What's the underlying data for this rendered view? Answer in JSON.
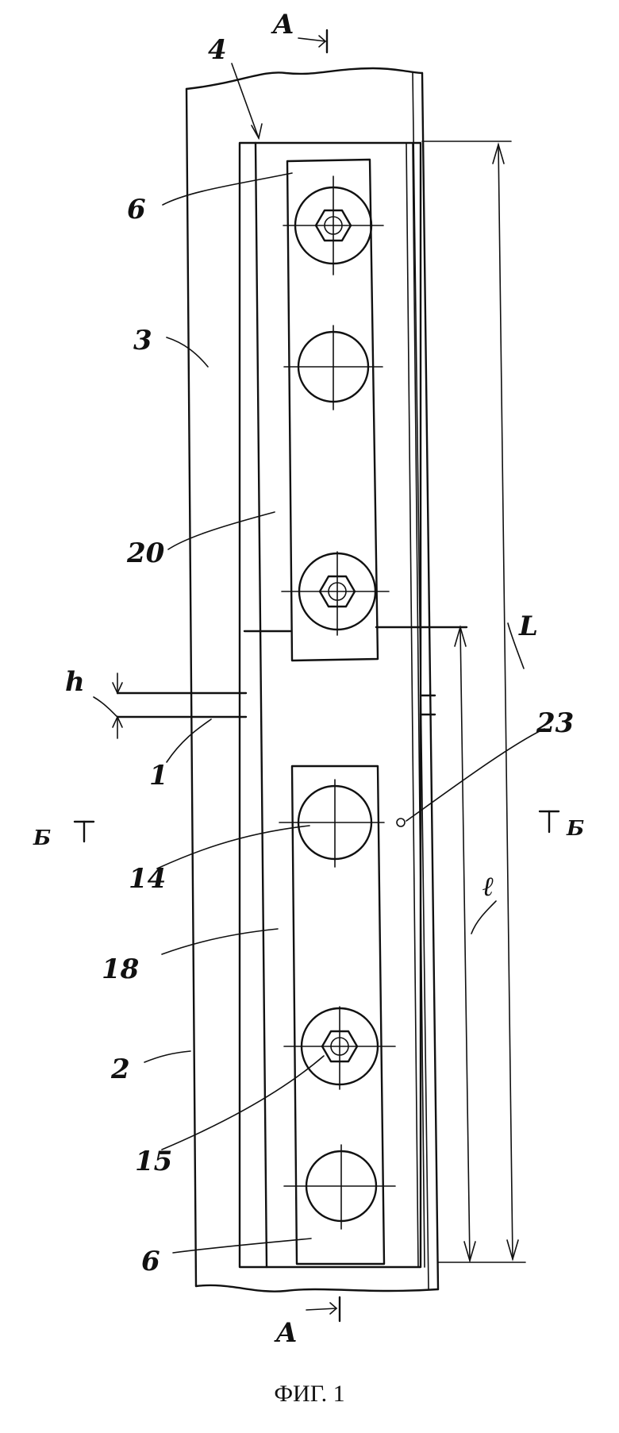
{
  "figure": {
    "caption": "ФИГ. 1",
    "section_marks": {
      "a_top": "A",
      "a_bottom": "A",
      "b_left": "Б",
      "b_right": "Б"
    },
    "dimensions": {
      "h": "h",
      "L": "L",
      "l": "ℓ"
    },
    "labels": {
      "l4": "4",
      "l6_top": "6",
      "l3": "3",
      "l20": "20",
      "l1": "1",
      "l23": "23",
      "l14": "14",
      "l18": "18",
      "l2": "2",
      "l15": "15",
      "l6_bottom": "6"
    }
  }
}
